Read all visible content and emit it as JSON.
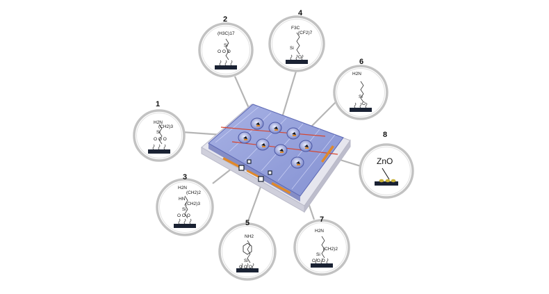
{
  "figure": {
    "callouts": [
      {
        "number": "1",
        "labels": [
          "H2N",
          "(CH2)3",
          "Si",
          "O  O  O"
        ]
      },
      {
        "number": "2",
        "labels": [
          "(H3C)17",
          "Si",
          "O  O  O"
        ]
      },
      {
        "number": "3",
        "labels": [
          "H2N",
          "(CH2)2",
          "HN",
          "(CH2)3",
          "Si",
          "O  O  O"
        ]
      },
      {
        "number": "4",
        "labels": [
          "F3C",
          "(CF2)7",
          "Si",
          "O"
        ]
      },
      {
        "number": "5",
        "labels": [
          "NH2",
          "Si",
          "O  O  O"
        ]
      },
      {
        "number": "6",
        "labels": [
          "H2N",
          "Si",
          "O"
        ]
      },
      {
        "number": "7",
        "labels": [
          "H2N",
          "(CH2)2",
          "Si",
          "O  O  O"
        ]
      },
      {
        "number": "8",
        "labels": [
          "ZnO"
        ]
      }
    ]
  },
  "colors": {
    "ring": "#c2c2c2",
    "substrate": "#1a2233",
    "chip_blue": "#7f8dd4",
    "chip_base": "#e3e3ea",
    "pad_orange": "#e0892a",
    "channel_red": "#d6452e"
  }
}
